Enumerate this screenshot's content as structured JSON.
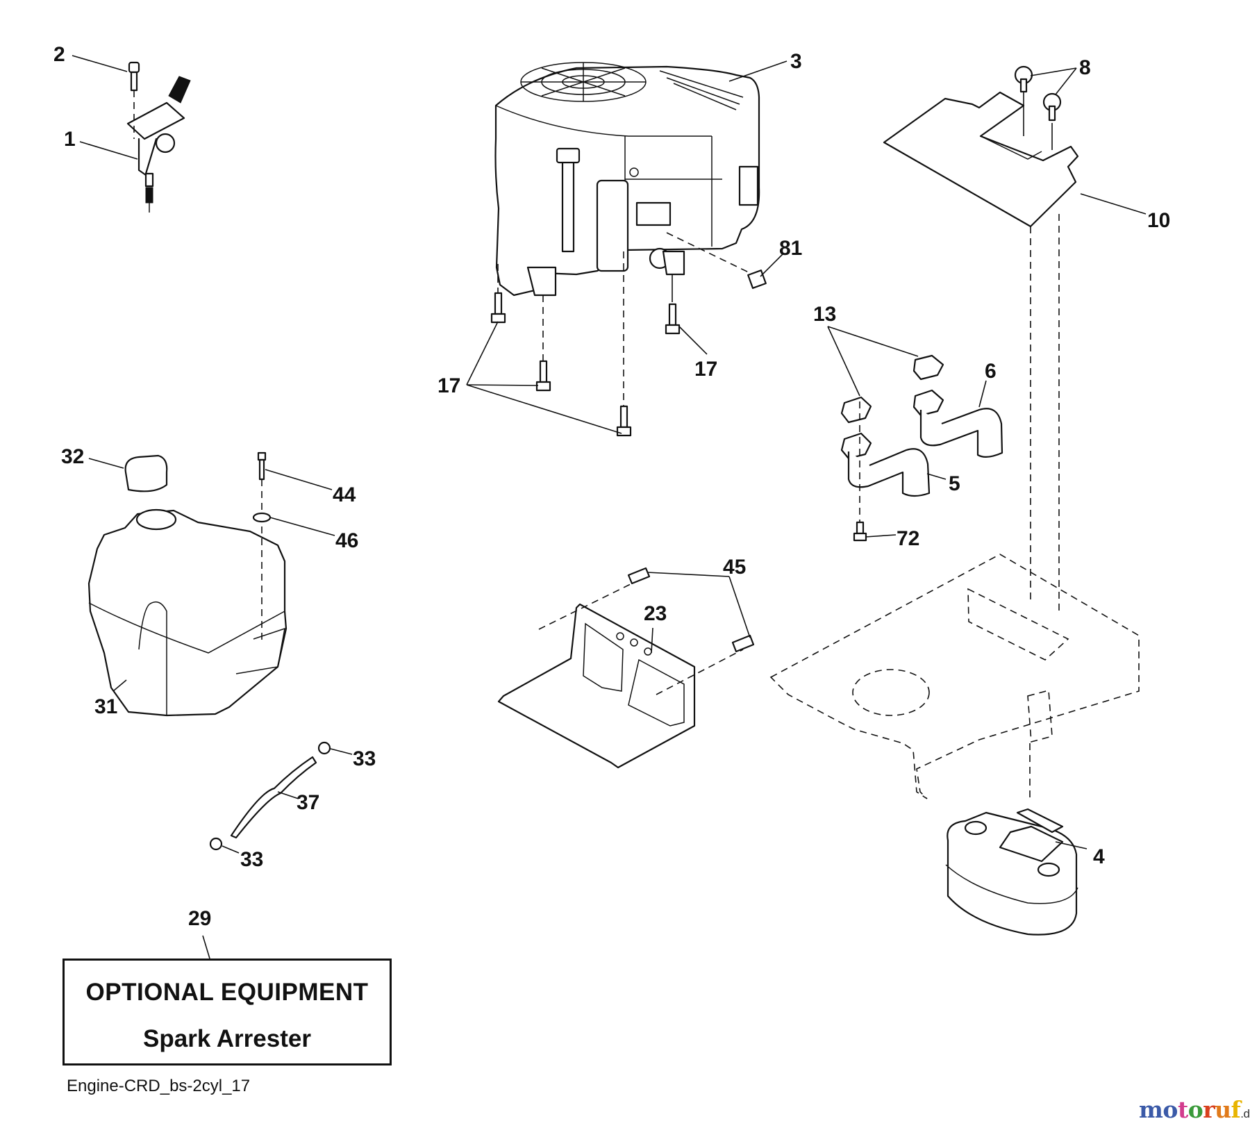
{
  "figure": {
    "id_label": "Engine-CRD_bs-2cyl_17",
    "optional_box": {
      "title": "OPTIONAL EQUIPMENT",
      "subtitle": "Spark Arrester",
      "callout": "29"
    }
  },
  "callouts": {
    "throttle_control": "1",
    "throttle_screw": "2",
    "engine": "3",
    "muffler": "4",
    "exhaust_pipe_left": "5",
    "exhaust_pipe_right": "6",
    "heat_shield_screws": "8",
    "heat_shield": "10",
    "gaskets": "13",
    "engine_bolts_left": "17",
    "engine_bolts_right": "17",
    "muffler_guard": "23",
    "fuel_tank": "31",
    "fuel_cap": "32",
    "hose_clamp_top": "33",
    "hose_clamp_bottom": "33",
    "fuel_line": "37",
    "tank_screw": "44",
    "guard_screws": "45",
    "tank_washer": "46",
    "pipe_bolt": "72",
    "nut": "81"
  },
  "watermark": {
    "letters": [
      "m",
      "o",
      "t",
      "o",
      "r",
      "u",
      "f"
    ],
    "letter_colors": [
      "#3b5aa8",
      "#3b5aa8",
      "#d23c8e",
      "#3a9a3a",
      "#d8401e",
      "#e07a1a",
      "#e8b400"
    ],
    "tld": ".de"
  }
}
